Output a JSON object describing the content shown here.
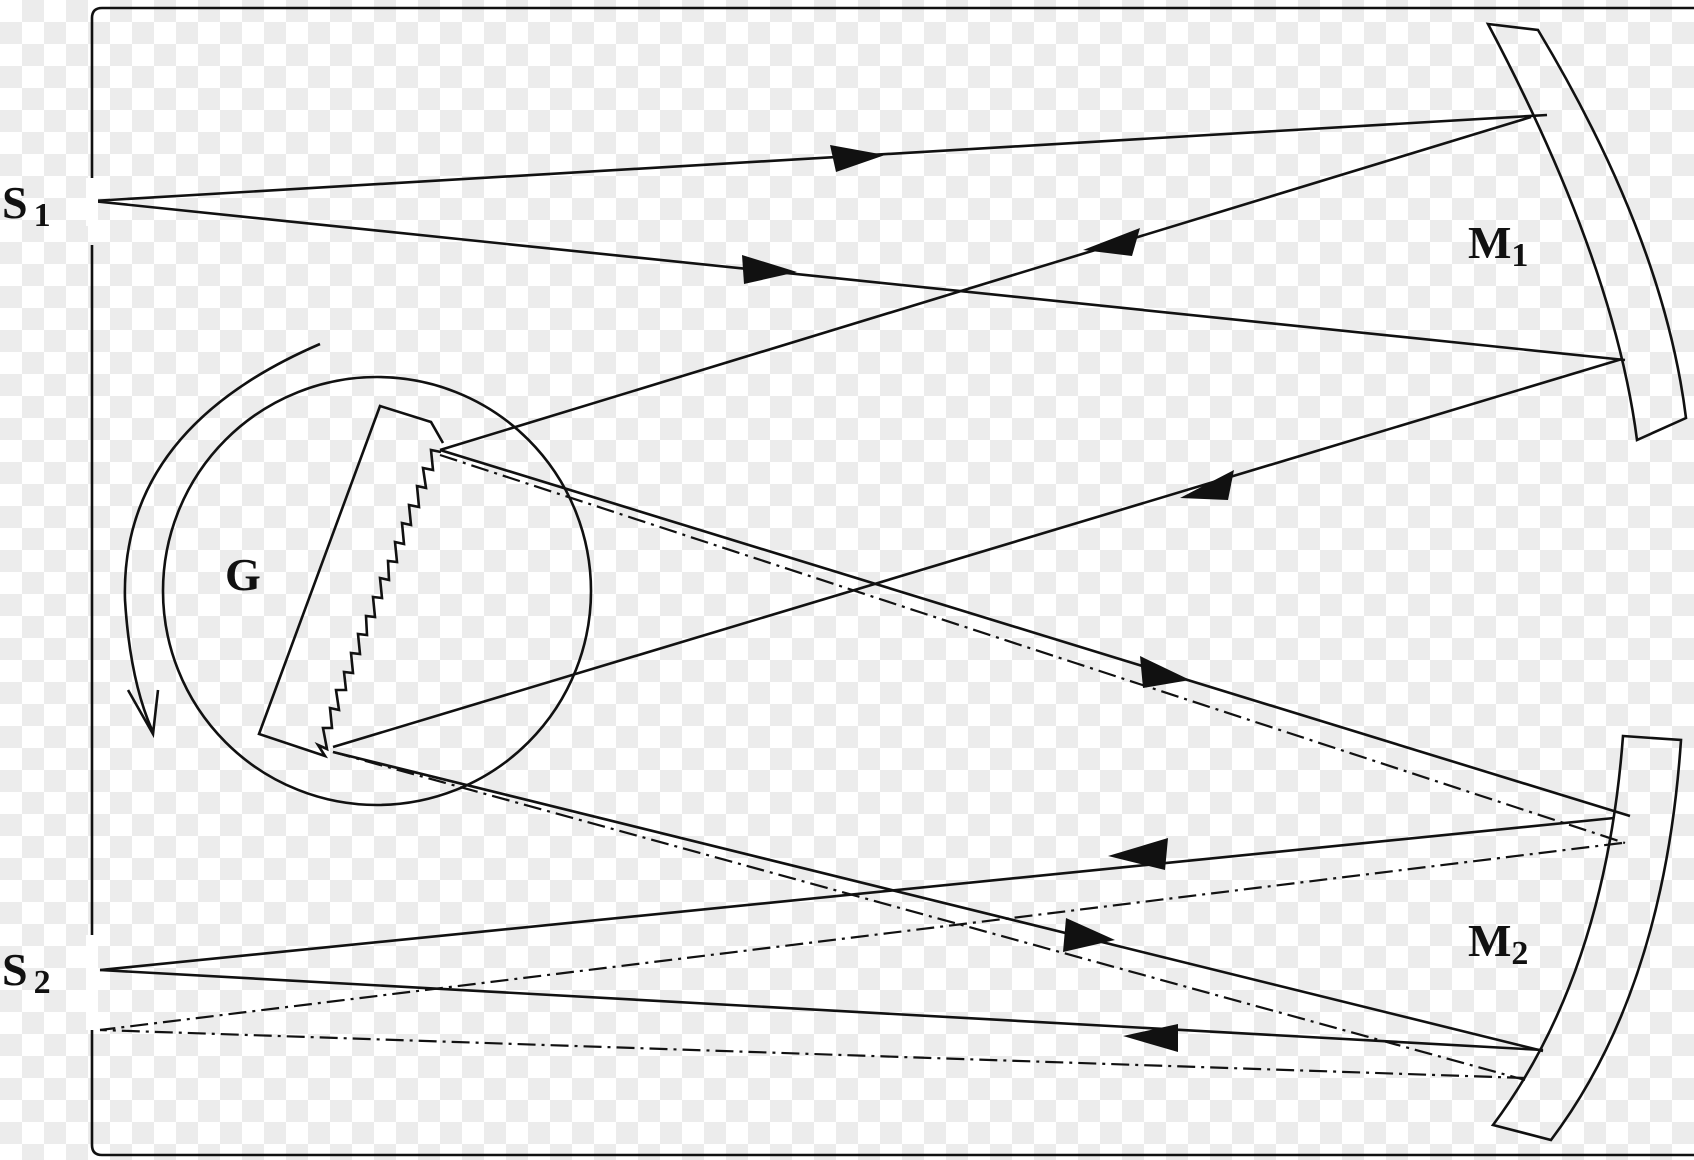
{
  "labels": {
    "source_letter": "S",
    "source_index": "1",
    "exit_letter": "S",
    "exit_index": "2",
    "mirror1_letter": "M",
    "mirror1_index": "1",
    "mirror2_letter": "M",
    "mirror2_index": "2",
    "grating": "G"
  },
  "colors": {
    "line": "#111111",
    "background": "#ffffff",
    "checker": "#ececec"
  }
}
